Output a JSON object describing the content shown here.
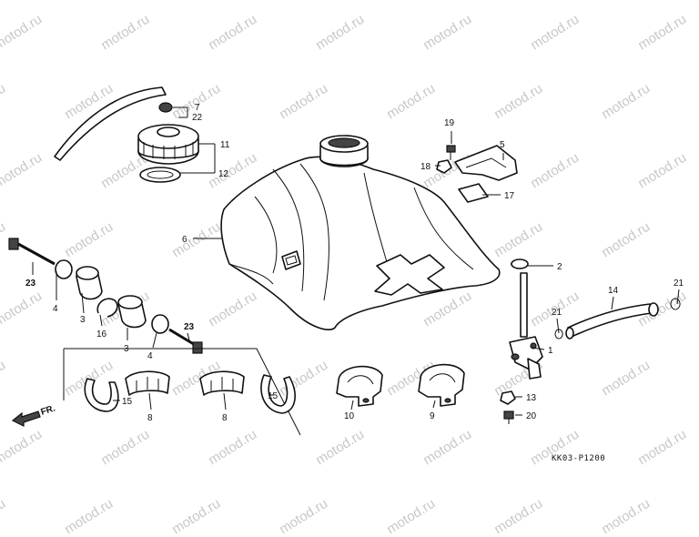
{
  "watermark": "motod.ru",
  "diagram_code": "KK03-P1200",
  "front_label": "FR.",
  "callouts": {
    "c1": "1",
    "c2": "2",
    "c3a": "3",
    "c3b": "3",
    "c4a": "4",
    "c4b": "4",
    "c5": "5",
    "c6": "6",
    "c7": "7",
    "c8a": "8",
    "c8b": "8",
    "c9": "9",
    "c10": "10",
    "c11": "11",
    "c12": "12",
    "c13": "13",
    "c14": "14",
    "c15a": "15",
    "c15b": "15",
    "c16": "16",
    "c17": "17",
    "c18": "18",
    "c19": "19",
    "c20": "20",
    "c21a": "21",
    "c21b": "21",
    "c22": "22",
    "c23a": "23",
    "c23b": "23"
  }
}
